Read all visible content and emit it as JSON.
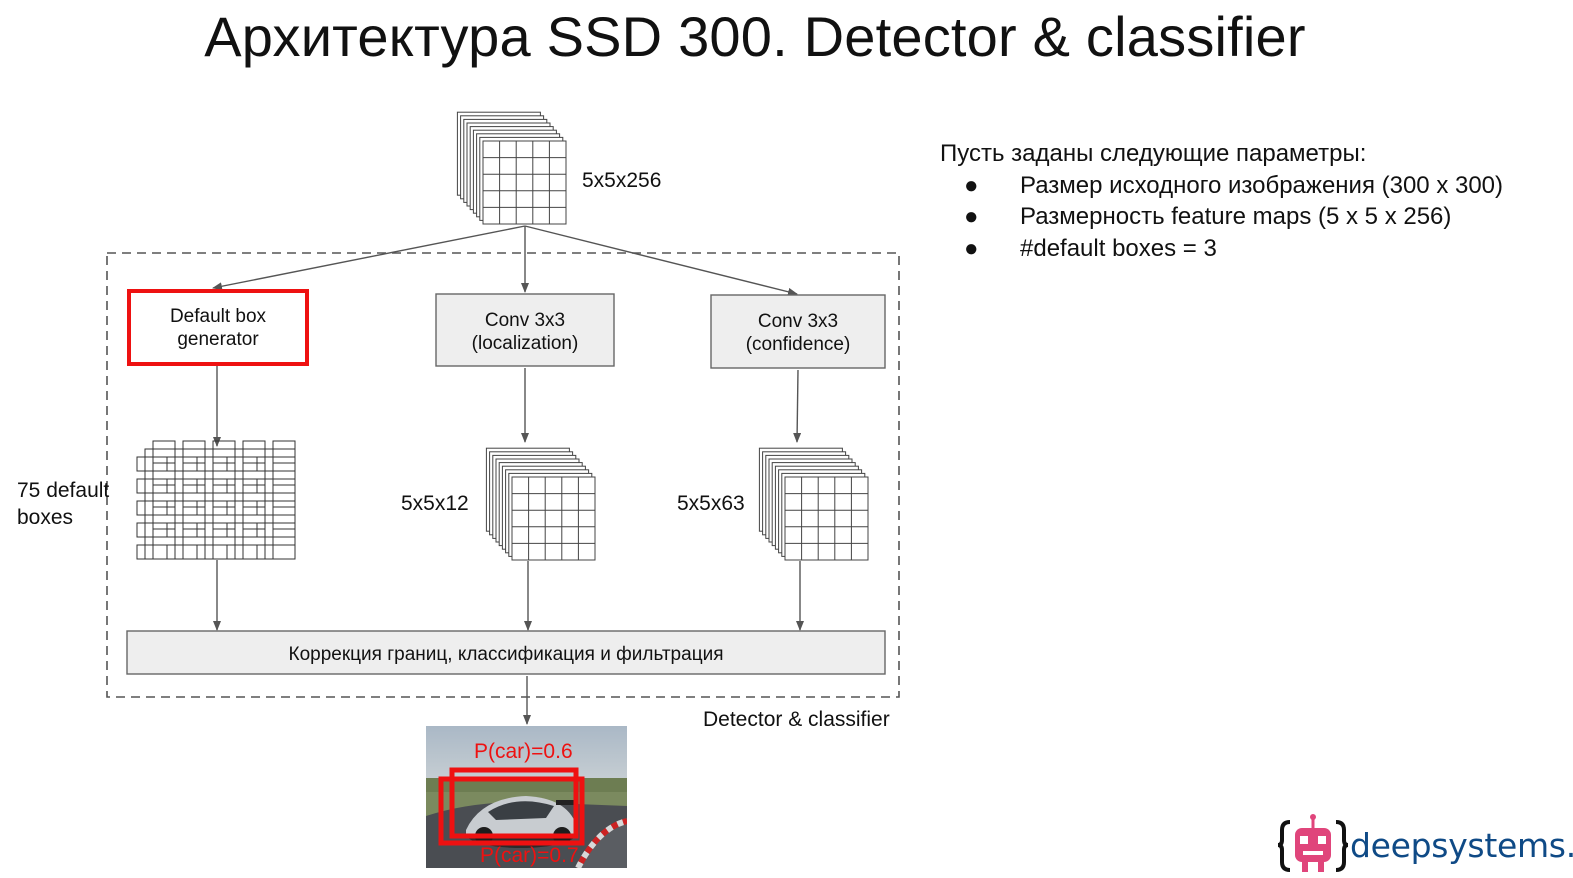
{
  "slide": {
    "title": "Архитектура SSD 300. Detector & classifier"
  },
  "diagram": {
    "input_label": "5x5x256",
    "default_box_generator": {
      "line1": "Default box",
      "line2": "generator"
    },
    "conv_localization": {
      "line1": "Conv 3x3",
      "line2": "(localization)"
    },
    "conv_confidence": {
      "line1": "Conv 3x3",
      "line2": "(confidence)"
    },
    "default_boxes_label": {
      "line1": "75 default",
      "line2": "boxes"
    },
    "localization_output_label": "5x5x12",
    "confidence_output_label": "5x5x63",
    "correction_box": "Коррекция границ, классификация и фильтрация",
    "group_label": "Detector & classifier",
    "detections": [
      {
        "label": "P(car)=0.6"
      },
      {
        "label": "P(car)=0.7"
      }
    ],
    "highlight_color": "#ee1111",
    "box_fill": "#eeeeee"
  },
  "params": {
    "intro": "Пусть  заданы следующие параметры:",
    "bullet_symbol": "●",
    "items": [
      "Размер исходного изображения (300 x 300)",
      "Размерность feature maps (5 x 5 x 256)",
      "#default boxes = 3"
    ]
  },
  "logo": {
    "text": "deepsystems.io",
    "icon": "robot-icon"
  }
}
